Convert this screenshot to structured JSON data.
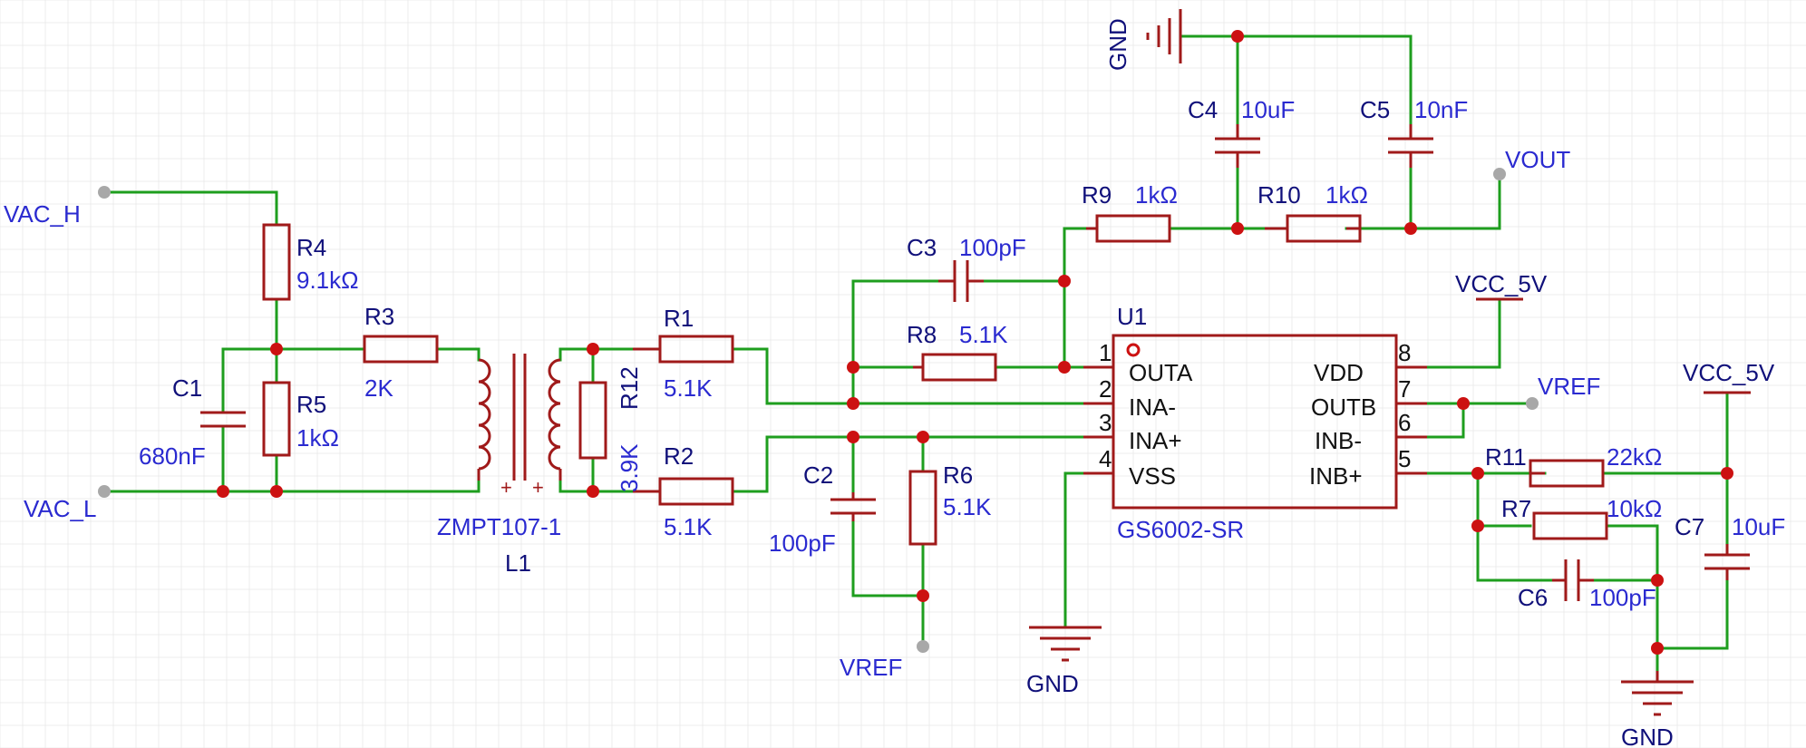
{
  "nets": {
    "vac_h": "VAC_H",
    "vac_l": "VAC_L",
    "vout": "VOUT",
    "vref_right": "VREF",
    "vref_bottom": "VREF",
    "vcc_top": "VCC_5V",
    "vcc_right": "VCC_5V",
    "gnd_top": "GND",
    "gnd_mid": "GND",
    "gnd_right": "GND"
  },
  "components": {
    "r4": {
      "ref": "R4",
      "value": "9.1kΩ"
    },
    "r5": {
      "ref": "R5",
      "value": "1kΩ"
    },
    "r3": {
      "ref": "R3",
      "value": "2K"
    },
    "c1": {
      "ref": "C1",
      "value": "680nF"
    },
    "l1": {
      "ref": "L1",
      "value": "ZMPT107-1"
    },
    "r12": {
      "ref": "R12",
      "value": "3.9K"
    },
    "r1": {
      "ref": "R1",
      "value": "5.1K"
    },
    "r2": {
      "ref": "R2",
      "value": "5.1K"
    },
    "c2": {
      "ref": "C2",
      "value": "100pF"
    },
    "r6": {
      "ref": "R6",
      "value": "5.1K"
    },
    "c3": {
      "ref": "C3",
      "value": "100pF"
    },
    "r8": {
      "ref": "R8",
      "value": "5.1K"
    },
    "r9": {
      "ref": "R9",
      "value": "1kΩ"
    },
    "r10": {
      "ref": "R10",
      "value": "1kΩ"
    },
    "c4": {
      "ref": "C4",
      "value": "10uF"
    },
    "c5": {
      "ref": "C5",
      "value": "10nF"
    },
    "r11": {
      "ref": "R11",
      "value": "22kΩ"
    },
    "r7": {
      "ref": "R7",
      "value": "10kΩ"
    },
    "c6": {
      "ref": "C6",
      "value": "100pF"
    },
    "c7": {
      "ref": "C7",
      "value": "10uF"
    }
  },
  "u1": {
    "ref": "U1",
    "part": "GS6002-SR",
    "pins_left": [
      {
        "num": "1",
        "name": "OUTA"
      },
      {
        "num": "2",
        "name": "INA-"
      },
      {
        "num": "3",
        "name": "INA+"
      },
      {
        "num": "4",
        "name": "VSS"
      }
    ],
    "pins_right": [
      {
        "num": "8",
        "name": "VDD"
      },
      {
        "num": "7",
        "name": "OUTB"
      },
      {
        "num": "6",
        "name": "INB-"
      },
      {
        "num": "5",
        "name": "INB+"
      }
    ]
  },
  "colors": {
    "wire": "#1e9e1e",
    "symbol": "#a01a1a",
    "junction": "#cc1111",
    "designator": "#10107a",
    "value": "#2a2ad0"
  }
}
